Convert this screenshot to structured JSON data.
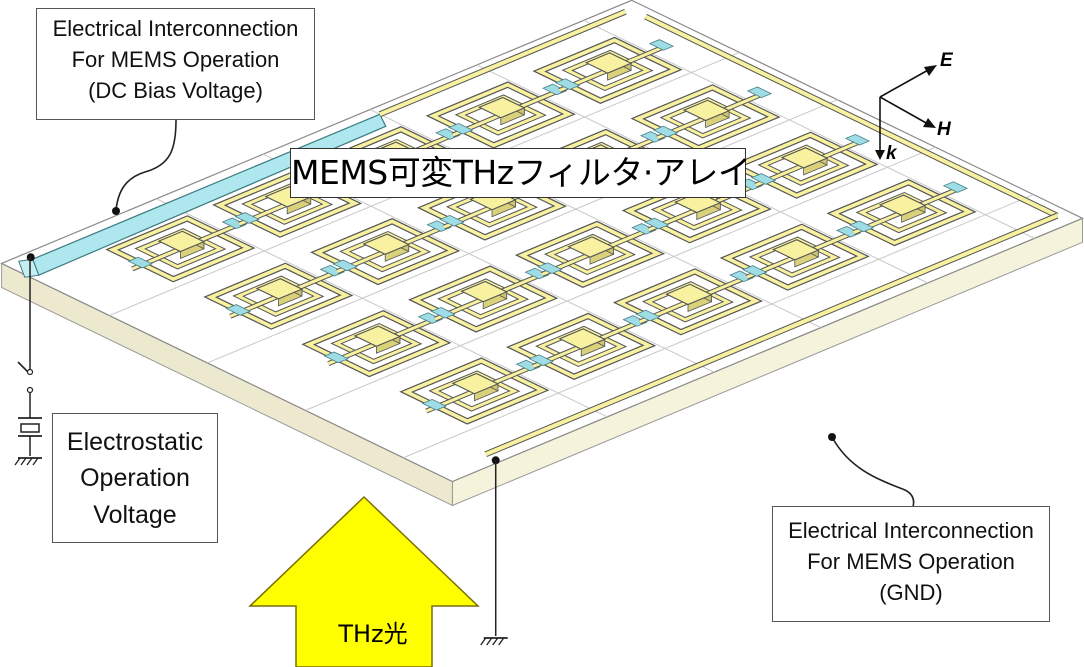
{
  "title": "MEMS可変THzフィルタ·アレイ",
  "callouts": {
    "bias": {
      "line1": "Electrical Interconnection",
      "line2": "For MEMS Operation",
      "line3": "(DC Bias Voltage)"
    },
    "gnd": {
      "line1": "Electrical Interconnection",
      "line2": "For MEMS Operation",
      "line3": "(GND)"
    },
    "voltage": {
      "line1": "Electrostatic",
      "line2": "Operation",
      "line3": "Voltage"
    }
  },
  "beam": {
    "label": "THz光"
  },
  "axes": {
    "e": "E",
    "h": "H",
    "k": "k"
  },
  "array": {
    "rows": 4,
    "cols": 5
  },
  "colors": {
    "metal": "#f7f1a0",
    "metal_edge": "#555555",
    "bias_bar": "#aee7ee",
    "anchor": "#9fdde6",
    "arrow": "#ffff00",
    "substrate_top": "#ffffff",
    "substrate_side": "#f6f3dc"
  }
}
